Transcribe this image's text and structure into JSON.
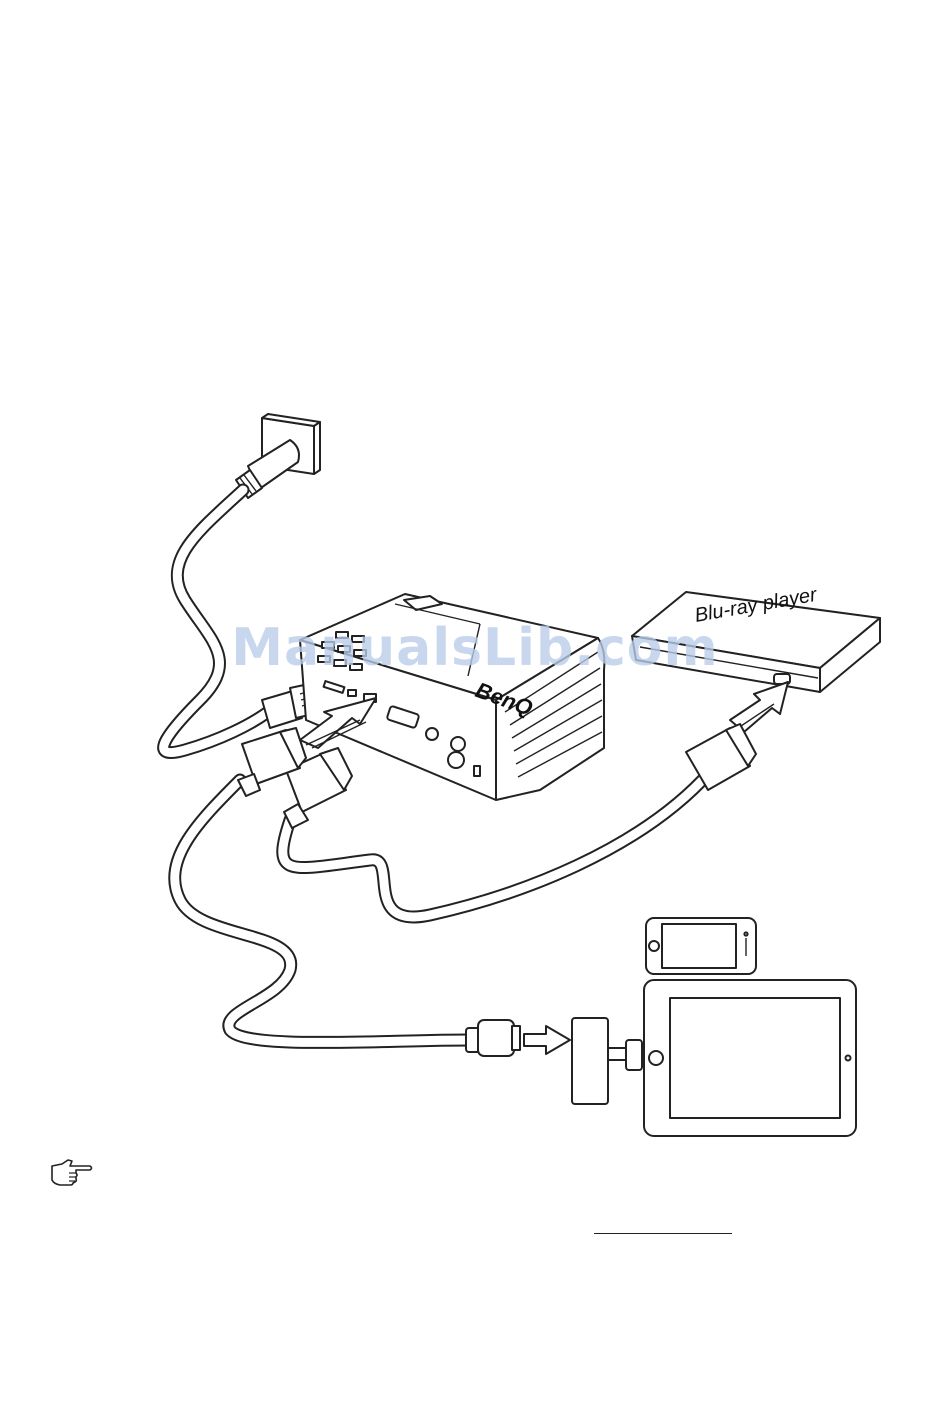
{
  "devices": {
    "projector": {
      "brand": "BenQ"
    },
    "bluray": {
      "label": "Blu-ray player"
    }
  },
  "watermark": {
    "text": "ManualsLib.com"
  },
  "icons": {
    "wall_outlet": "wall-outlet-icon",
    "note": "pointing-hand-icon"
  },
  "colors": {
    "line": "#222222",
    "watermark": "#b9cde8",
    "background": "#ffffff"
  }
}
